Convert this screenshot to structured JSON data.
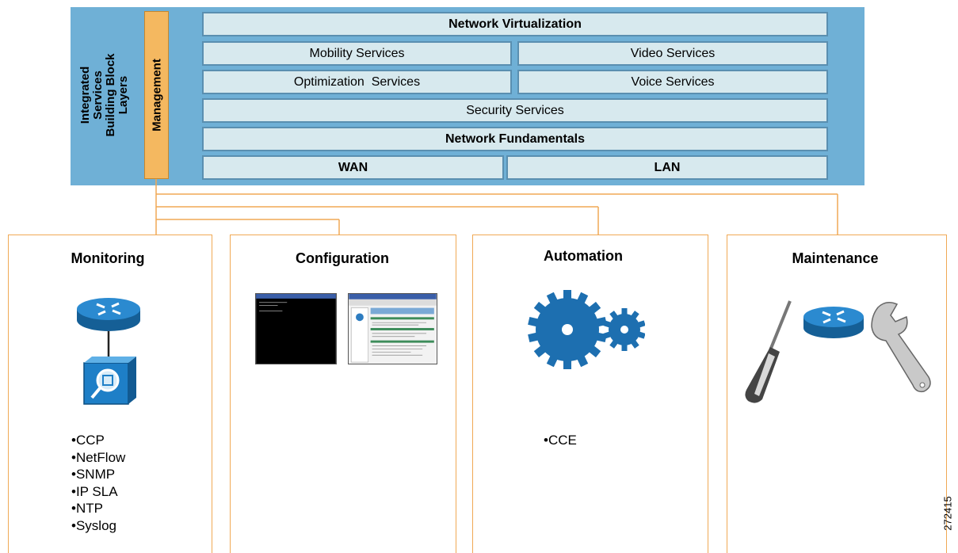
{
  "layers": {
    "title": "Integrated Services Building Block Layers",
    "management": "Management",
    "network_virtualization": "Network Virtualization",
    "mobility_services": "Mobility Services",
    "video_services": "Video Services",
    "optimization_services": "Optimization  Services",
    "voice_services": "Voice Services",
    "security_services": "Security Services",
    "network_fundamentals": "Network Fundamentals",
    "wan": "WAN",
    "lan": "LAN"
  },
  "functions": {
    "monitoring": {
      "title": "Monitoring",
      "items": [
        "CCP",
        "NetFlow",
        "SNMP",
        "IP SLA",
        "NTP",
        "Syslog"
      ]
    },
    "configuration": {
      "title": "Configuration"
    },
    "automation": {
      "title": "Automation",
      "items": [
        "CCE"
      ]
    },
    "maintenance": {
      "title": "Maintenance"
    }
  },
  "figure_id": "272415",
  "icons": {
    "router": "router-icon",
    "monitor_probe": "monitoring-probe-icon",
    "cli": "cli-terminal-screenshot",
    "gui": "gui-screenshot",
    "gears": "gears-icon",
    "screwdriver": "screwdriver-icon",
    "wrench": "wrench-icon"
  },
  "colors": {
    "panel": "#6fb0d6",
    "service_fill": "#d7e9ee",
    "management_fill": "#f4b860",
    "connector": "#f0a955",
    "router": "#1a78bd",
    "gear": "#1d6fb0"
  }
}
